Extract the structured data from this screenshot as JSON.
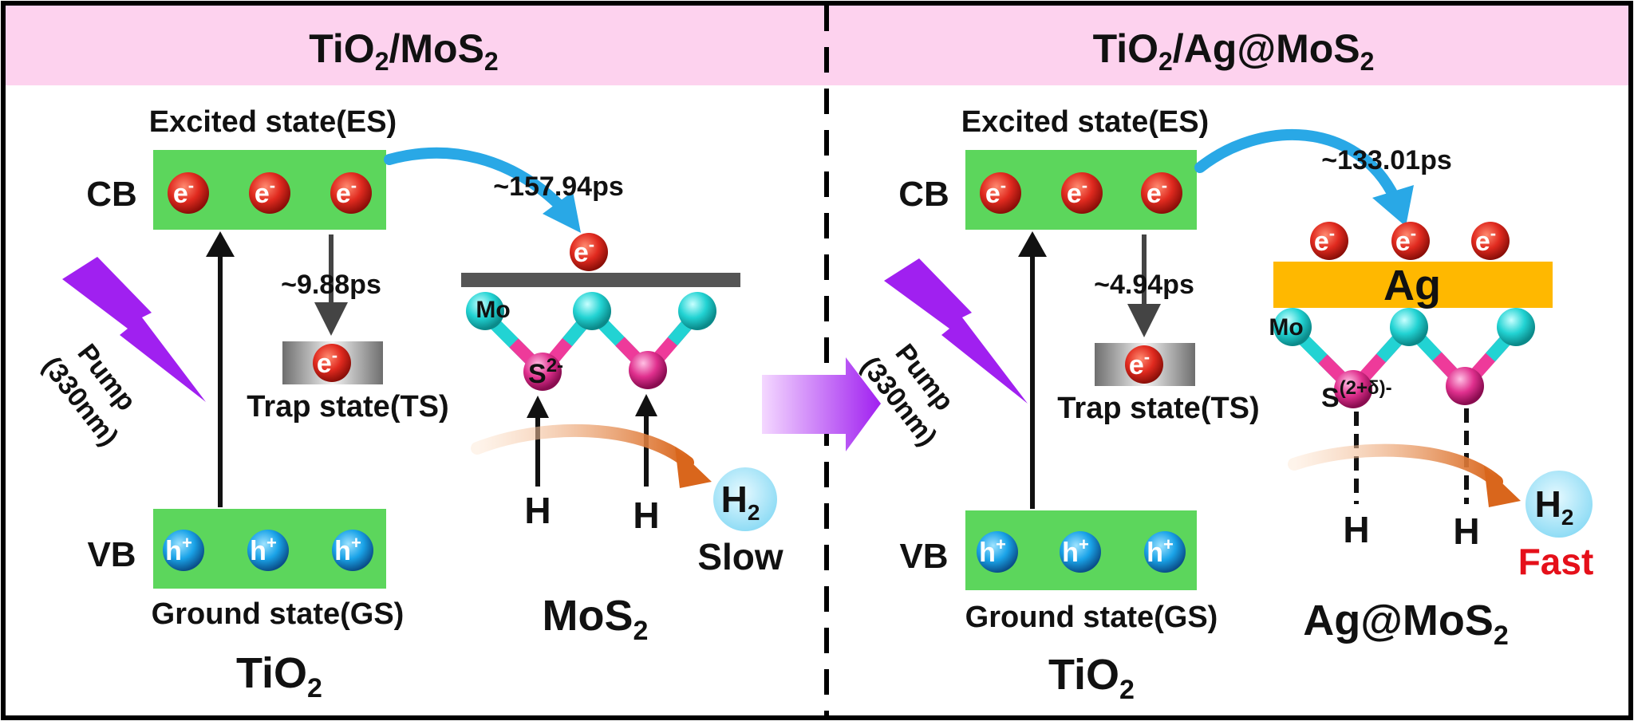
{
  "colors": {
    "header_bg": "#fdd2ee",
    "band_green": "#5cd65c",
    "electron": "#e02a1f",
    "hole": "#1aa3e8",
    "pump": "#a020f0",
    "transfer_arrow": "#29a8e6",
    "ag_layer": "#ffb800",
    "mo_atom": "#22d3d3",
    "s_atom": "#e0308e",
    "bond_pink": "#ee3a9a",
    "h2_circle": "#a8e6f8",
    "h2_path_arrow": "#e07a2c",
    "fast_text": "#e5101a",
    "divider": "#000000"
  },
  "left": {
    "header_main": "TiO",
    "header_sub": "2",
    "header_rest": "/MoS",
    "header_sub2": "2",
    "excited_state": "Excited state(ES)",
    "cb": "CB",
    "vb": "VB",
    "electron_char": "e",
    "electron_sup": "-",
    "hole_char": "h",
    "hole_sup": "+",
    "pump_line1": "Pump",
    "pump_line2": "(330nm)",
    "trap_time": "~9.88ps",
    "trap_state": "Trap state(TS)",
    "ground_state": "Ground state(GS)",
    "bottom_main": "TiO",
    "bottom_sub": "2",
    "transfer_time": "~157.94ps",
    "mo_label": "Mo",
    "s_label": "S",
    "s_sup": "2-",
    "h_label": "H",
    "h2_main": "H",
    "h2_sub": "2",
    "rate": "Slow",
    "material_main": "MoS",
    "material_sub": "2"
  },
  "right": {
    "header_main": "TiO",
    "header_sub": "2",
    "header_rest": "/Ag@MoS",
    "header_sub2": "2",
    "excited_state": "Excited state(ES)",
    "cb": "CB",
    "vb": "VB",
    "electron_char": "e",
    "electron_sup": "-",
    "hole_char": "h",
    "hole_sup": "+",
    "pump_line1": "Pump",
    "pump_line2": "(330nm)",
    "trap_time": "~4.94ps",
    "trap_state": "Trap state(TS)",
    "ground_state": "Ground state(GS)",
    "bottom_main": "TiO",
    "bottom_sub": "2",
    "transfer_time": "~133.01ps",
    "ag_label": "Ag",
    "mo_label": "Mo",
    "s_label": "S",
    "s_sup": "(2+δ)-",
    "h_label": "H",
    "h2_main": "H",
    "h2_sub": "2",
    "rate": "Fast",
    "material_main": "Ag@MoS",
    "material_sub": "2"
  }
}
